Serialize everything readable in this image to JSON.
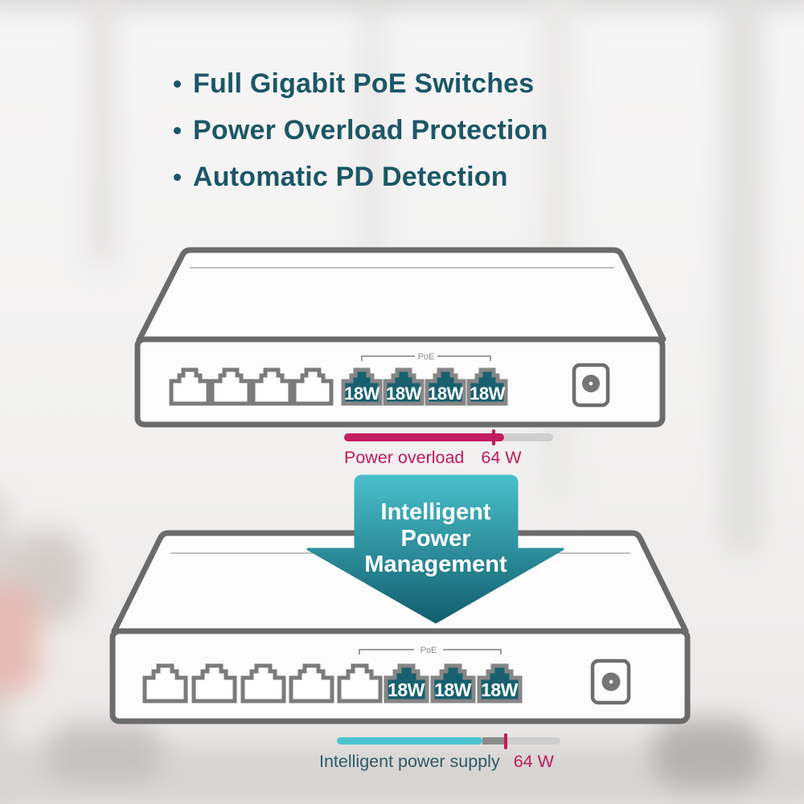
{
  "features": {
    "items": [
      {
        "label": "Full Gigabit PoE Switches"
      },
      {
        "label": "Power Overload Protection"
      },
      {
        "label": "Automatic PD Detection"
      }
    ]
  },
  "diagram": {
    "top_switch": {
      "plain_port_count": 4,
      "poe_group_label": "PoE",
      "poe_port_labels": [
        "18W",
        "18W",
        "18W",
        "18W"
      ],
      "meter": {
        "label": "Power overload",
        "value": "64 W"
      }
    },
    "arrow": {
      "lines": [
        "Intelligent",
        "Power",
        "Management"
      ]
    },
    "bottom_switch": {
      "plain_port_count": 5,
      "poe_group_label": "PoE",
      "poe_port_labels": [
        "18W",
        "18W",
        "18W"
      ],
      "meter": {
        "label": "Intelligent power supply",
        "value": "64 W"
      }
    },
    "colors": {
      "accent_magenta": "#c4195c",
      "port_teal": "#186070",
      "bar_teal": "#4cc4d1",
      "text_teal": "#1b5767",
      "outline_gray": "#6b6b6b",
      "arrow_gradient_top": "#49bfcb",
      "arrow_gradient_bottom": "#135f6e"
    }
  }
}
